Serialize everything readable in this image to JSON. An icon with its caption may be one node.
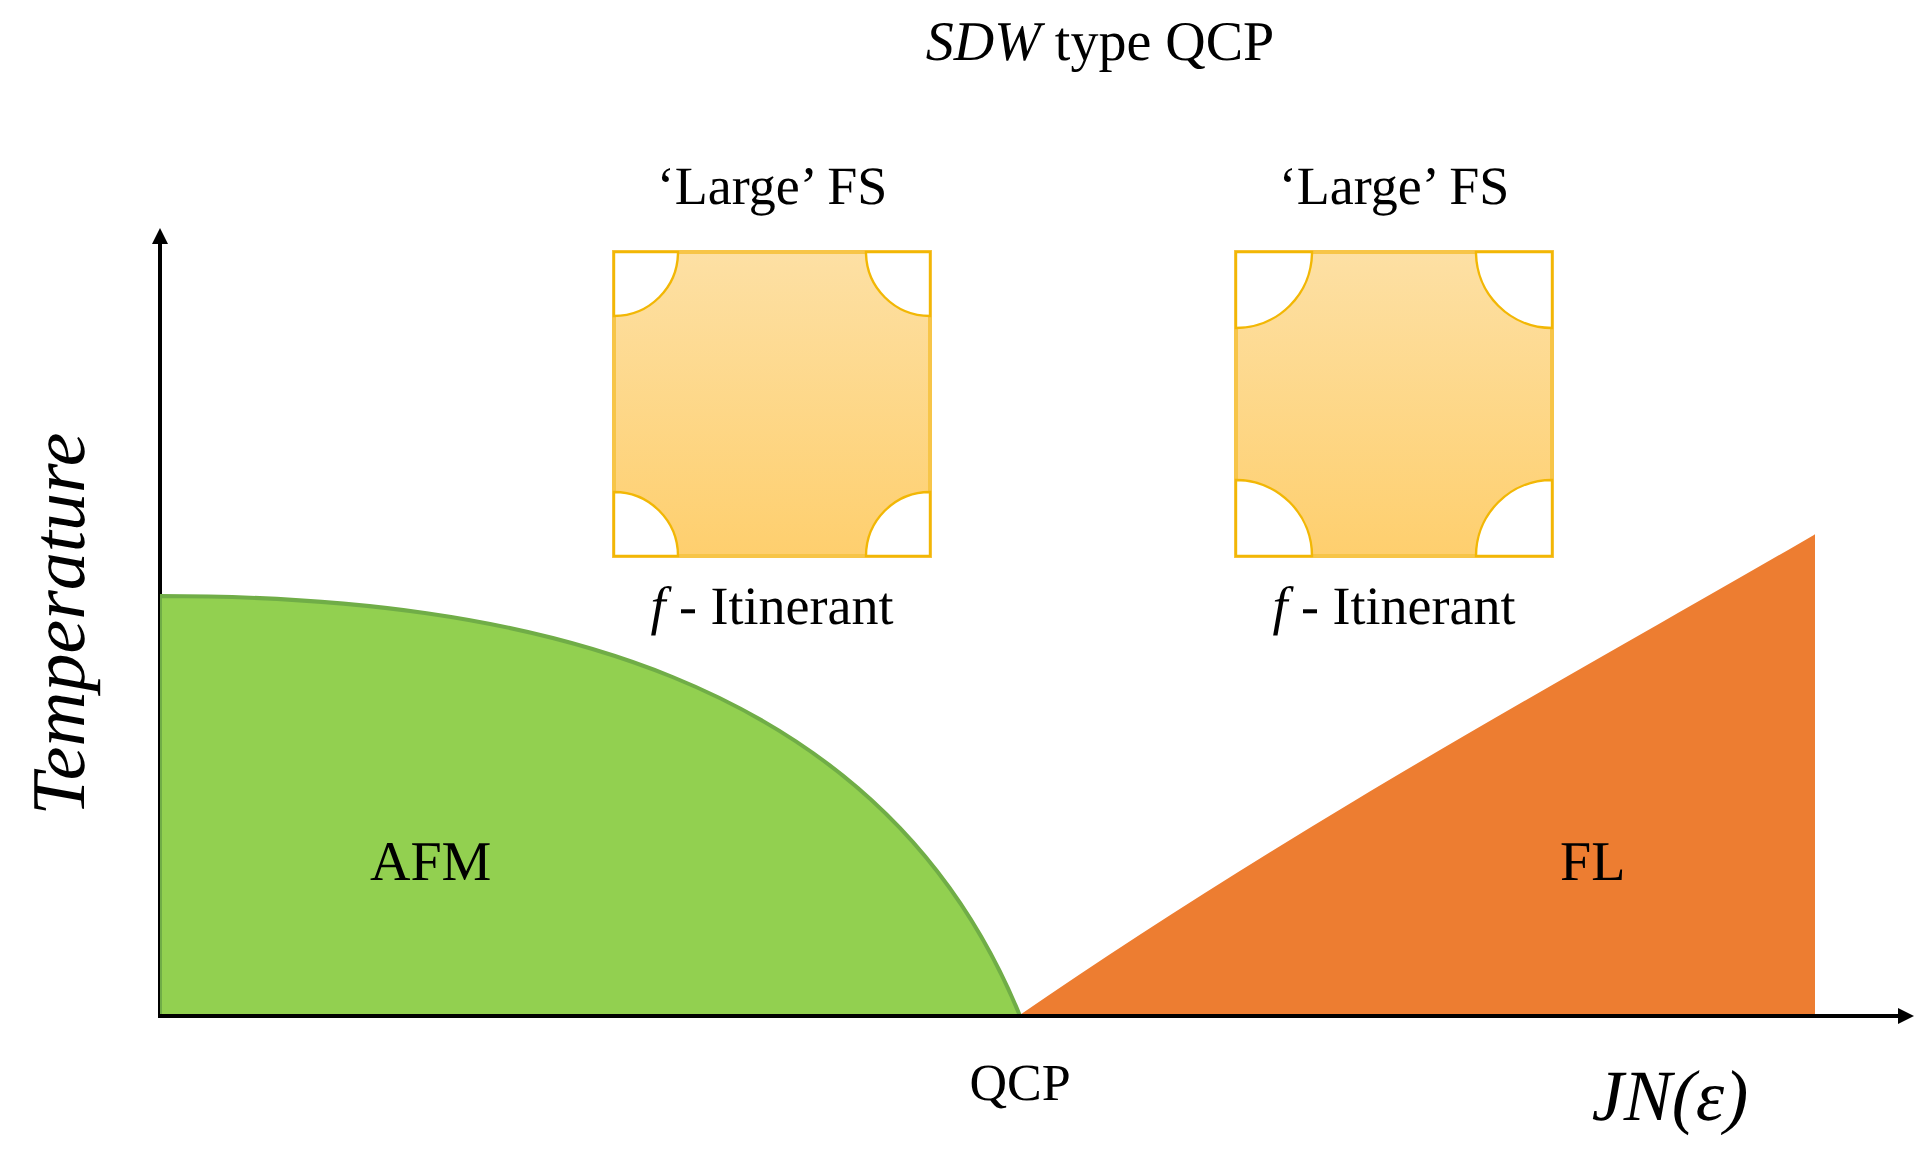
{
  "diagram": {
    "title": "*SDW* type QCP",
    "nodes": [
      {
        "text": [
          "‘Large’ FS",
          "*f* - Itinerant"
        ]
      },
      {
        "text": [
          "‘Large’ FS",
          "*f* - Itinerant"
        ]
      },
      {
        "text": [
          "AFM"
        ]
      },
      {
        "text": [
          "FL"
        ]
      }
    ],
    "labels": [
      "Temperature",
      "QCP",
      "JN(ε)"
    ]
  }
}
